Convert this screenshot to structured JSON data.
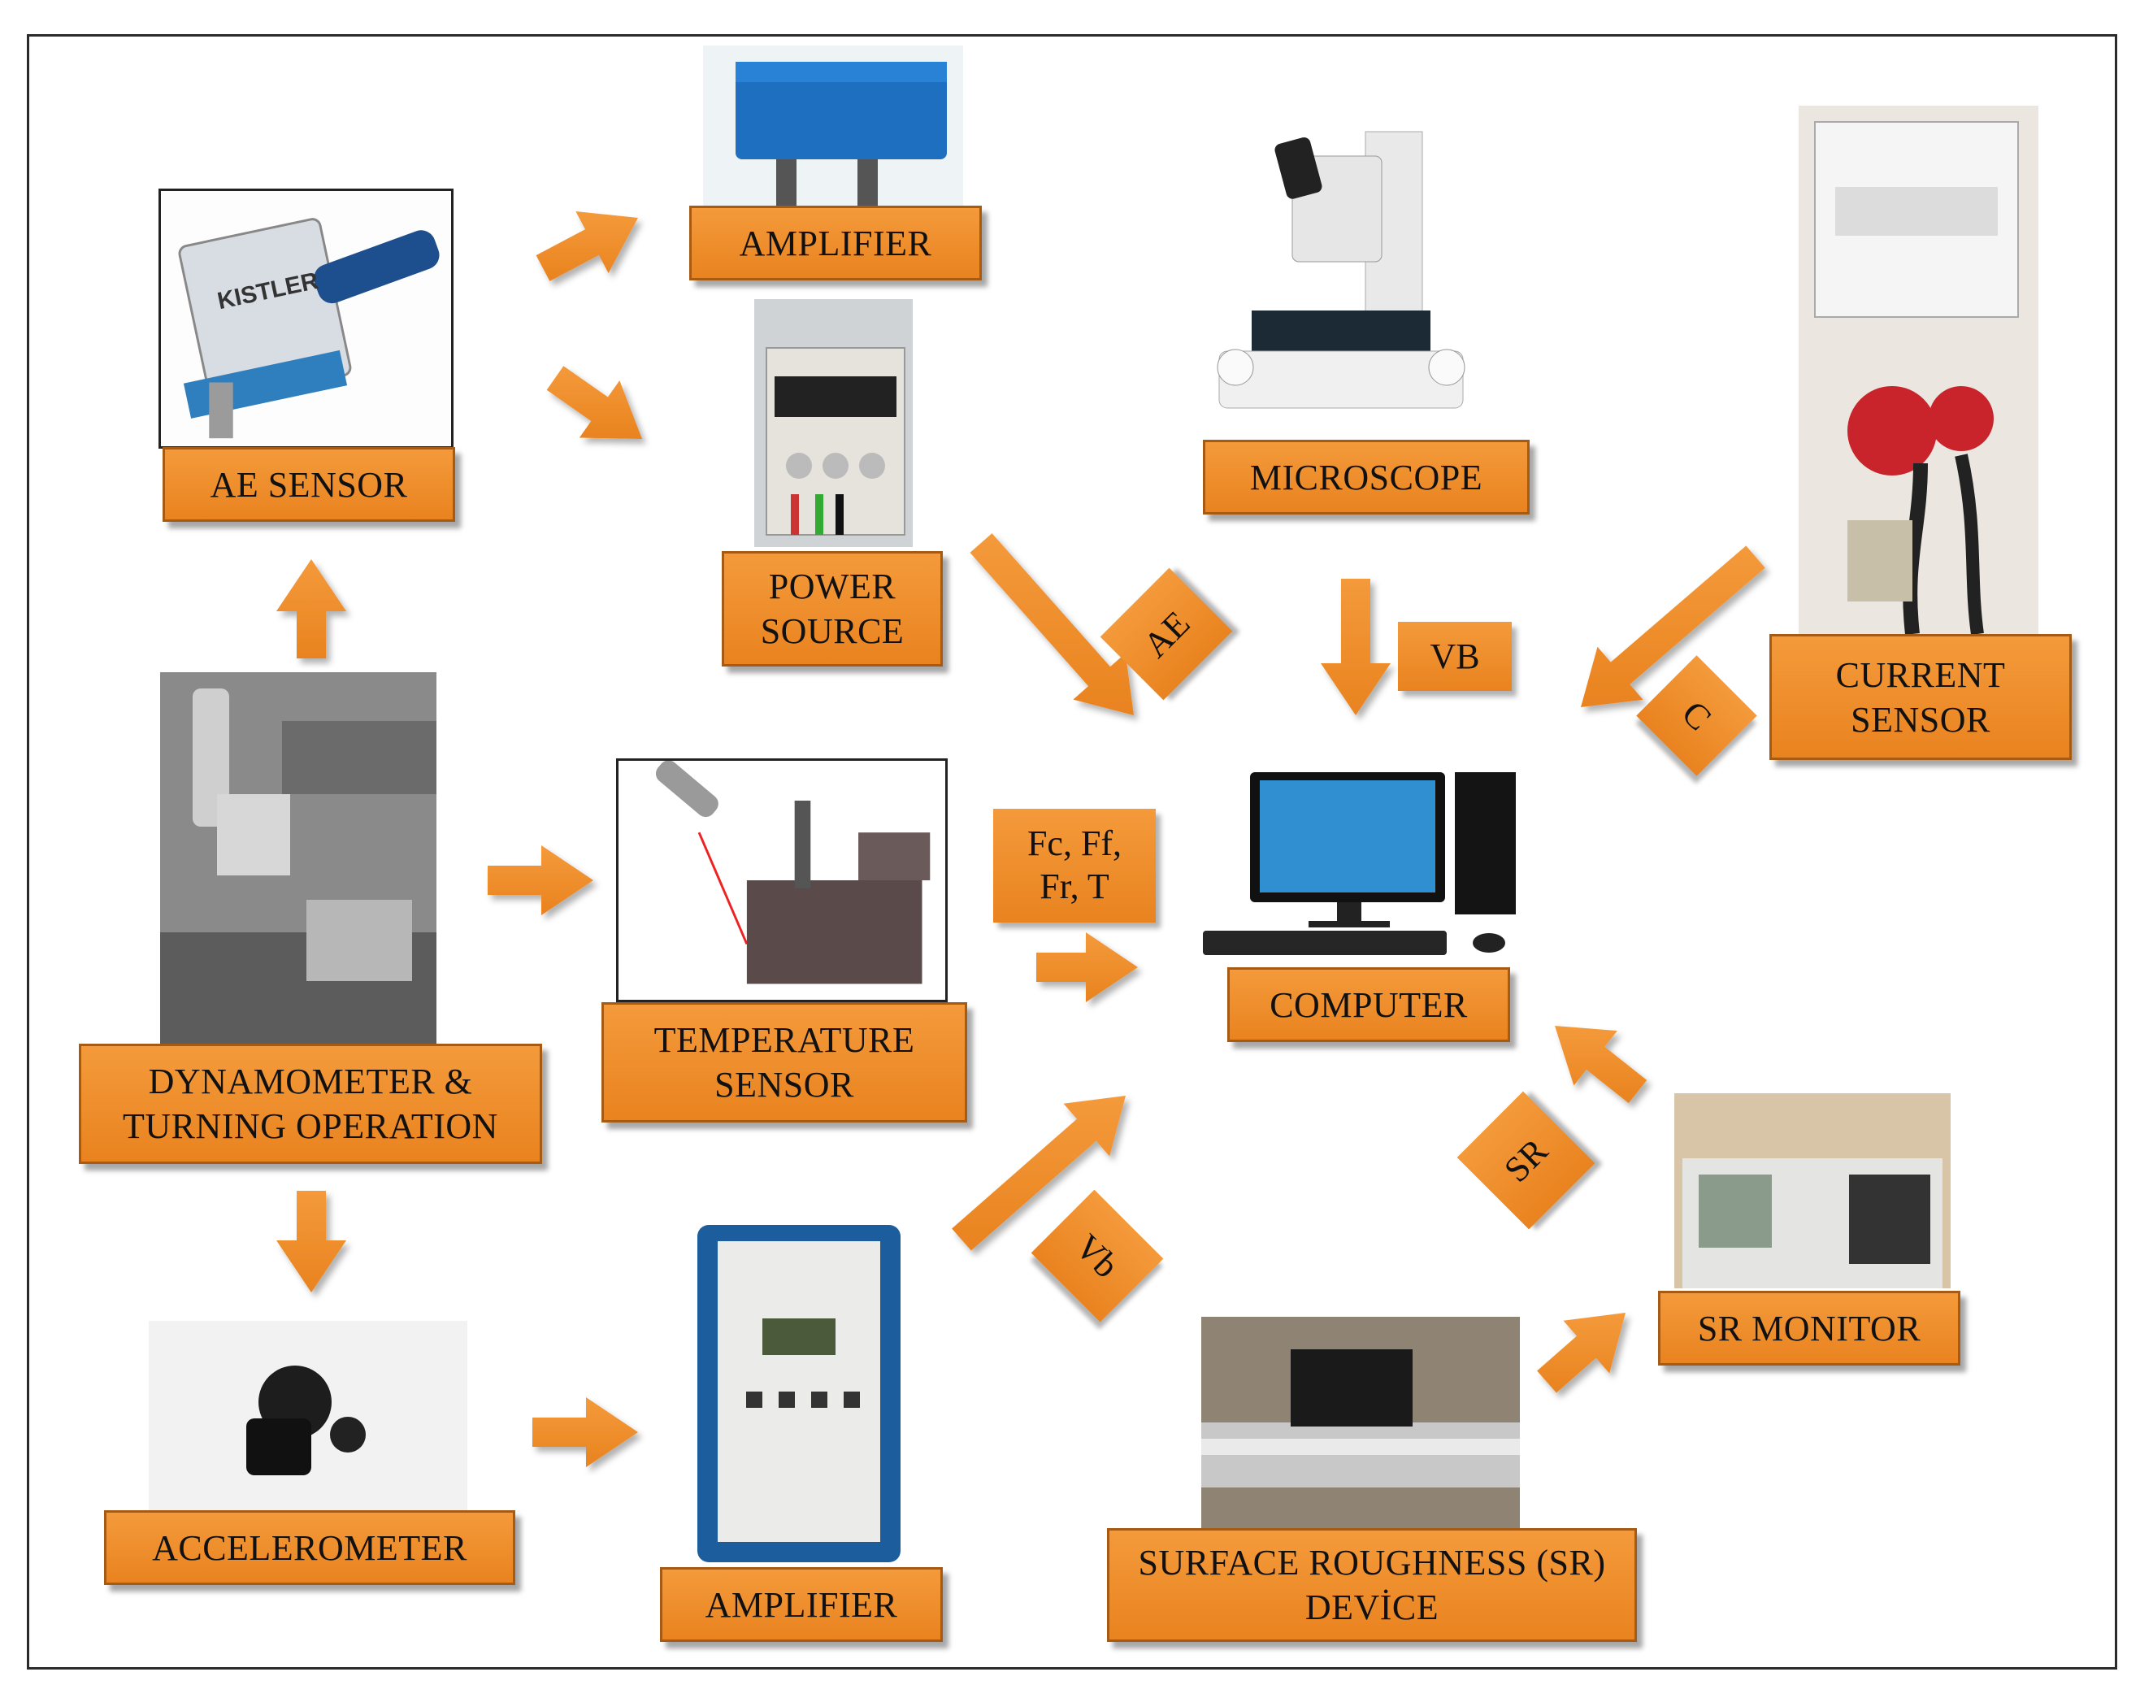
{
  "labels": {
    "ae_sensor": "AE SENSOR",
    "amplifier_top": "AMPLIFIER",
    "power_source": "POWER\nSOURCE",
    "microscope": "MICROSCOPE",
    "current_sensor": "CURRENT\nSENSOR",
    "dynamometer": "DYNAMOMETER &\nTURNING OPERATION",
    "temperature_sensor": "TEMPERATURE\nSENSOR",
    "computer": "COMPUTER",
    "accelerometer": "ACCELEROMETER",
    "amplifier_bottom": "AMPLIFIER",
    "surface_roughness": "SURFACE ROUGHNESS (SR)\nDEVİCE",
    "sr_monitor": "SR MONITOR"
  },
  "signals": {
    "ae": "AE",
    "vb_upper": "VB",
    "c": "C",
    "forces": "Fc, Ff,\nFr, T",
    "sr": "SR",
    "vb_lower": "Vb"
  },
  "photo_text": {
    "kistler": "KISTLER"
  },
  "colors": {
    "box_fill": "#ee8a28",
    "box_border": "#a65a12",
    "arrow": "#ee8a28"
  }
}
